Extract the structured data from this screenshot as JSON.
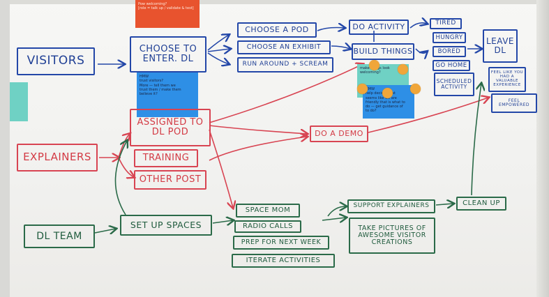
{
  "board": {
    "colors": {
      "blue": "#2347a8",
      "red": "#d84452",
      "green": "#2a6a48",
      "sticky_blue": "#2e8fe6",
      "sticky_teal": "#6fd1c4",
      "sticky_red": "#e8532e",
      "dot_orange": "#f0a63a"
    },
    "visitors": {
      "label": "Visitors",
      "choose_to_enter": "Choose to Enter. DL",
      "choose_a_pod": "Choose a Pod",
      "choose_an_exhibit": "Choose an Exhibit",
      "run_around": "Run Around + Scream",
      "do_activity": "Do Activity",
      "build_things": "Build Things",
      "tired": "Tired",
      "hungry": "Hungry",
      "bored": "Bored",
      "go_home": "Go Home",
      "scheduled_activity": "Scheduled Activity",
      "leave_dl": "Leave DL",
      "feel_like": "Feel like you had a valuable experience",
      "feel_empowered": "Feel empowered"
    },
    "explainers": {
      "label": "Explainers",
      "assigned_to_pod": "Assigned to DL Pod",
      "training": "Training",
      "other_post": "Other Post",
      "do_a_demo": "Do a Demo"
    },
    "dl_team": {
      "label": "DL Team",
      "set_up_spaces": "Set Up Spaces",
      "space_mom": "Space Mom",
      "radio_calls": "Radio Calls",
      "prep_next_week": "Prep for Next Week",
      "iterate_activities": "Iterate Activities",
      "support_explainers": "Support Explainers",
      "clean_up": "Clean Up",
      "take_pictures": "Take Pictures of Awesome Visitor Creations"
    },
    "stickies": {
      "top_red": "Pow welcoming?\n[role = talk up / validate & test]",
      "hmw_trust": "HMW\ntrust visitors?\nMore — tell them we\ntrust them / make them\nbelieve it?",
      "hmw_teal": "make things look\nwelcoming?",
      "hmw_help": "HMW\nhelp decide what\nseems like we are\nfriendly that is what to\ndo — get guidance of\nto do?"
    }
  }
}
